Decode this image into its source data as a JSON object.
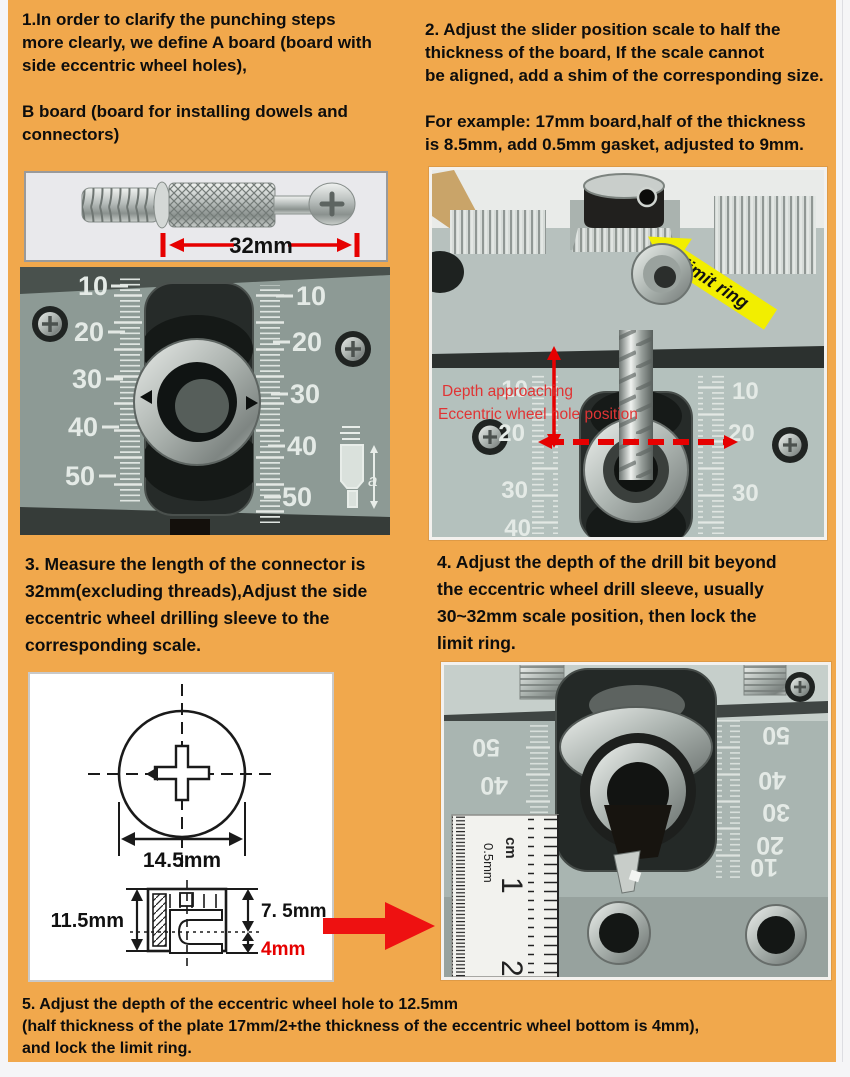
{
  "colors": {
    "background": "#f1a84c",
    "page_margin": "#f5f5f7",
    "accent_red": "#e60000",
    "label_yellow": "#f2ee00",
    "metal_gray": "#8d9a95"
  },
  "steps": {
    "s1": {
      "lines": [
        "1.In order to clarify the punching steps",
        "more clearly, we define A board (board with",
        "side eccentric wheel holes),",
        "B board (board for installing dowels and",
        "connectors)"
      ]
    },
    "s2": {
      "lines": [
        "2. Adjust the slider position scale to half the",
        "thickness of the board, If the  scale cannot",
        "be aligned, add a shim of the corresponding size.",
        "For example: 17mm board,half of the thickness",
        "is 8.5mm, add 0.5mm gasket, adjusted to 9mm."
      ]
    },
    "s3": {
      "lines": [
        "3. Measure the length of the connector is",
        "32mm(excluding threads),Adjust the side",
        "eccentric wheel drilling sleeve to the",
        "corresponding scale."
      ]
    },
    "s4": {
      "lines": [
        "4. Adjust the depth of the drill bit beyond",
        "the eccentric wheel drill sleeve, usually",
        "30~32mm scale position, then lock the",
        "limit ring."
      ]
    },
    "s5": {
      "lines": [
        "5. Adjust the depth of the eccentric wheel hole to 12.5mm",
        "(half thickness of the plate 17mm/2+the thickness of the eccentric wheel bottom is 4mm),",
        "and lock the limit ring."
      ]
    }
  },
  "dowel_photo": {
    "dim_label": "32mm"
  },
  "left_jig_photo": {
    "scale_left": [
      "10",
      "20",
      "30",
      "40",
      "50"
    ],
    "scale_right": [
      "10",
      "20",
      "30",
      "40",
      "50"
    ],
    "depth_icon_label": "a"
  },
  "right_jig_photo": {
    "limit_ring_label": "limit ring",
    "depth_note": [
      "Depth approaching",
      "Eccentric wheel hole position"
    ],
    "scale_left": [
      "10",
      "20",
      "30",
      "40"
    ],
    "scale_right": [
      "10",
      "20",
      "30"
    ]
  },
  "bottom_photo": {
    "scale_left": [
      "50",
      "40"
    ],
    "scale_right": [
      "50",
      "40",
      "30",
      "20",
      "10"
    ],
    "ruler": {
      "unit_cm": "cm",
      "unit_half": "0.5mm",
      "num1": "1",
      "num2": "2"
    }
  },
  "cam_diagram": {
    "dim_diameter": "14.5mm",
    "dim_height": "11.5mm",
    "dim_top": "7. 5mm",
    "dim_bottom": "4mm"
  },
  "icons": {
    "forward_arrow": "red-right-arrow",
    "limit_ring_pointer": "yellow-up-left-arrow",
    "depth_arrow": "red-vertical-double-arrow"
  }
}
